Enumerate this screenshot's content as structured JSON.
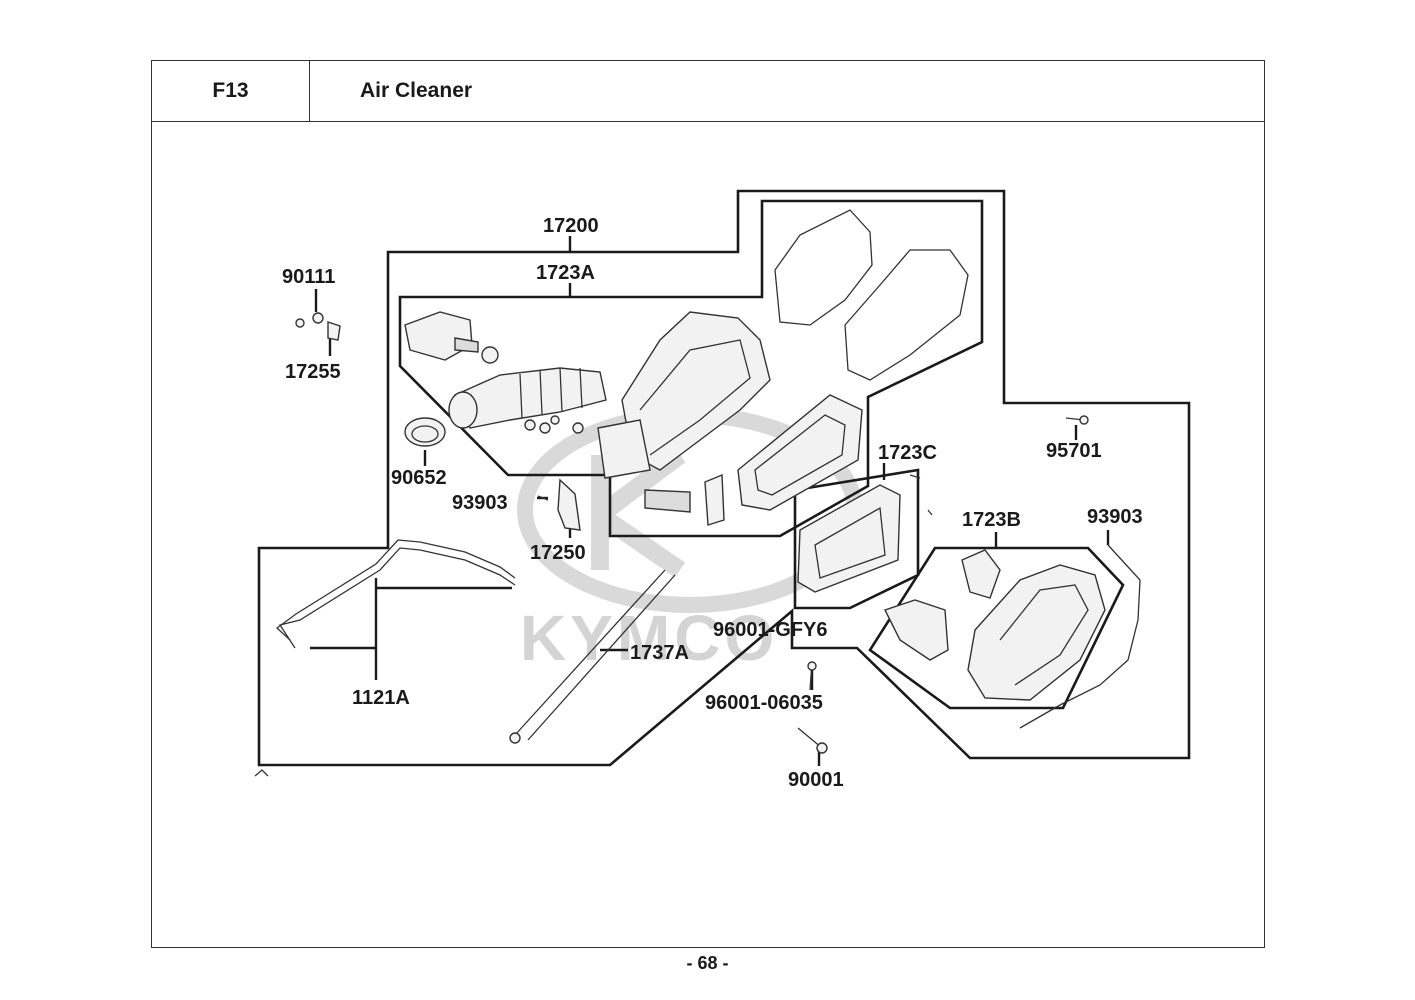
{
  "header": {
    "section_code": "F13",
    "section_title": "Air Cleaner"
  },
  "watermark": {
    "brand": "KYMCO"
  },
  "labels": {
    "p17200": "17200",
    "p1723A": "1723A",
    "p90111": "90111",
    "p17255": "17255",
    "p90652": "90652",
    "p93903_left": "93903",
    "p17250": "17250",
    "p1723C": "1723C",
    "p95701": "95701",
    "p1723B": "1723B",
    "p93903_right": "93903",
    "p96001_GFY6": "96001-GFY6",
    "p96001_06035": "96001-06035",
    "p90001": "90001",
    "p1121A": "1121A",
    "p1737A": "1737A"
  },
  "footer": {
    "page_number": "- 68 -"
  },
  "colors": {
    "line": "#1a1a1a",
    "watermark": "#d4d4d4",
    "background": "#ffffff"
  }
}
